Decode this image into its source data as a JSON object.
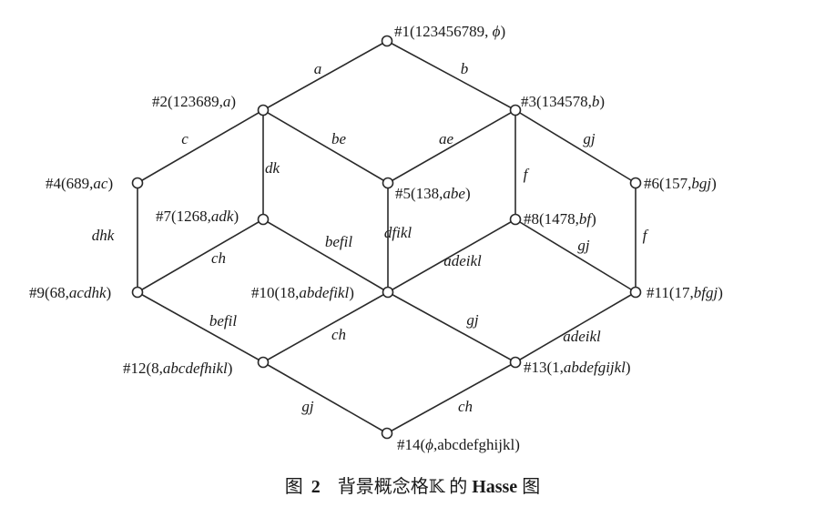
{
  "diagram": {
    "line_color": "#2a2a2a",
    "node_fill": "#ffffff",
    "nodes": [
      {
        "id": "1",
        "num": "#1",
        "lead": "(123456789, ",
        "ital": "ϕ",
        "tail": ")"
      },
      {
        "id": "2",
        "num": "#2",
        "lead": "(123689,",
        "ital": "a",
        "tail": ")"
      },
      {
        "id": "3",
        "num": "#3",
        "lead": "(134578,",
        "ital": "b",
        "tail": ")"
      },
      {
        "id": "4",
        "num": "#4",
        "lead": "(689,",
        "ital": "ac",
        "tail": ")"
      },
      {
        "id": "5",
        "num": "#5",
        "lead": "(138,",
        "ital": "abe",
        "tail": ")"
      },
      {
        "id": "6",
        "num": "#6",
        "lead": "(157,",
        "ital": "bgj",
        "tail": ")"
      },
      {
        "id": "7",
        "num": "#7",
        "lead": "(1268,",
        "ital": "adk",
        "tail": ")"
      },
      {
        "id": "8",
        "num": "#8",
        "lead": "(1478,",
        "ital": "bf",
        "tail": ")"
      },
      {
        "id": "9",
        "num": "#9",
        "lead": "(68,",
        "ital": "acdhk",
        "tail": ")"
      },
      {
        "id": "10",
        "num": "#10",
        "lead": "(18,",
        "ital": "abdefikl",
        "tail": ")"
      },
      {
        "id": "11",
        "num": "#11",
        "lead": "(17,",
        "ital": "bfgj",
        "tail": ")"
      },
      {
        "id": "12",
        "num": "#12",
        "lead": "(8,",
        "ital": "abcdefhikl",
        "tail": ")"
      },
      {
        "id": "13",
        "num": "#13",
        "lead": "(1,",
        "ital": "abdefgijkl",
        "tail": ")"
      },
      {
        "id": "14",
        "num": "#14",
        "lead": "(",
        "ital": "ϕ",
        "tail": ",abcdefghijkl)"
      }
    ],
    "edges": [
      {
        "from": "1",
        "to": "2",
        "label": "a"
      },
      {
        "from": "1",
        "to": "3",
        "label": "b"
      },
      {
        "from": "2",
        "to": "4",
        "label": "c"
      },
      {
        "from": "2",
        "to": "5",
        "label": "be"
      },
      {
        "from": "2",
        "to": "7",
        "label": "dk"
      },
      {
        "from": "3",
        "to": "5",
        "label": "ae"
      },
      {
        "from": "3",
        "to": "6",
        "label": "gj"
      },
      {
        "from": "3",
        "to": "8",
        "label": "f"
      },
      {
        "from": "4",
        "to": "9",
        "label": "dhk"
      },
      {
        "from": "5",
        "to": "10",
        "label": "dfikl"
      },
      {
        "from": "6",
        "to": "11",
        "label": "f"
      },
      {
        "from": "7",
        "to": "9",
        "label": "ch"
      },
      {
        "from": "7",
        "to": "10",
        "label": "befil"
      },
      {
        "from": "8",
        "to": "10",
        "label": "adeikl"
      },
      {
        "from": "8",
        "to": "11",
        "label": "gj"
      },
      {
        "from": "9",
        "to": "12",
        "label": "befil"
      },
      {
        "from": "10",
        "to": "12",
        "label": "ch"
      },
      {
        "from": "10",
        "to": "13",
        "label": "gj"
      },
      {
        "from": "11",
        "to": "13",
        "label": "adeikl"
      },
      {
        "from": "12",
        "to": "14",
        "label": "gj"
      },
      {
        "from": "13",
        "to": "14",
        "label": "ch"
      }
    ]
  },
  "caption": {
    "prefix": "图",
    "number": "2",
    "text": "背景概念格",
    "symbol": "𝕂",
    "particle": "的",
    "name": "Hasse",
    "suffix": "图"
  }
}
